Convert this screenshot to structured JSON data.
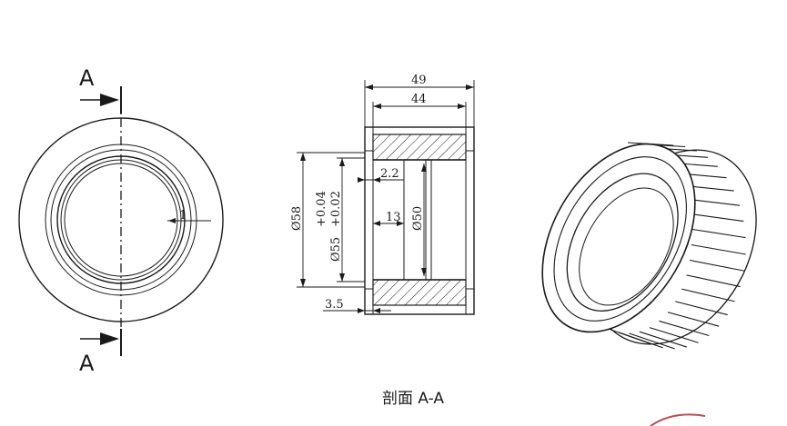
{
  "front_view": {
    "section_letter_top": "A",
    "section_letter_bottom": "A",
    "wall_dim": "1"
  },
  "section_view": {
    "overall_width": "49",
    "inner_width": "44",
    "bore_dim": "Ø58",
    "tolerance_upper": "+0.04",
    "tolerance_lower": "+0.02",
    "fit_dim": "Ø55",
    "groove_dim": "2.2",
    "groove_width": "13",
    "hub_dim": "Ø50",
    "flange_dim": "3.5"
  },
  "caption": "剖面 A-A",
  "colors": {
    "line": "#1a1a1a",
    "stamp": "#c24a55"
  }
}
